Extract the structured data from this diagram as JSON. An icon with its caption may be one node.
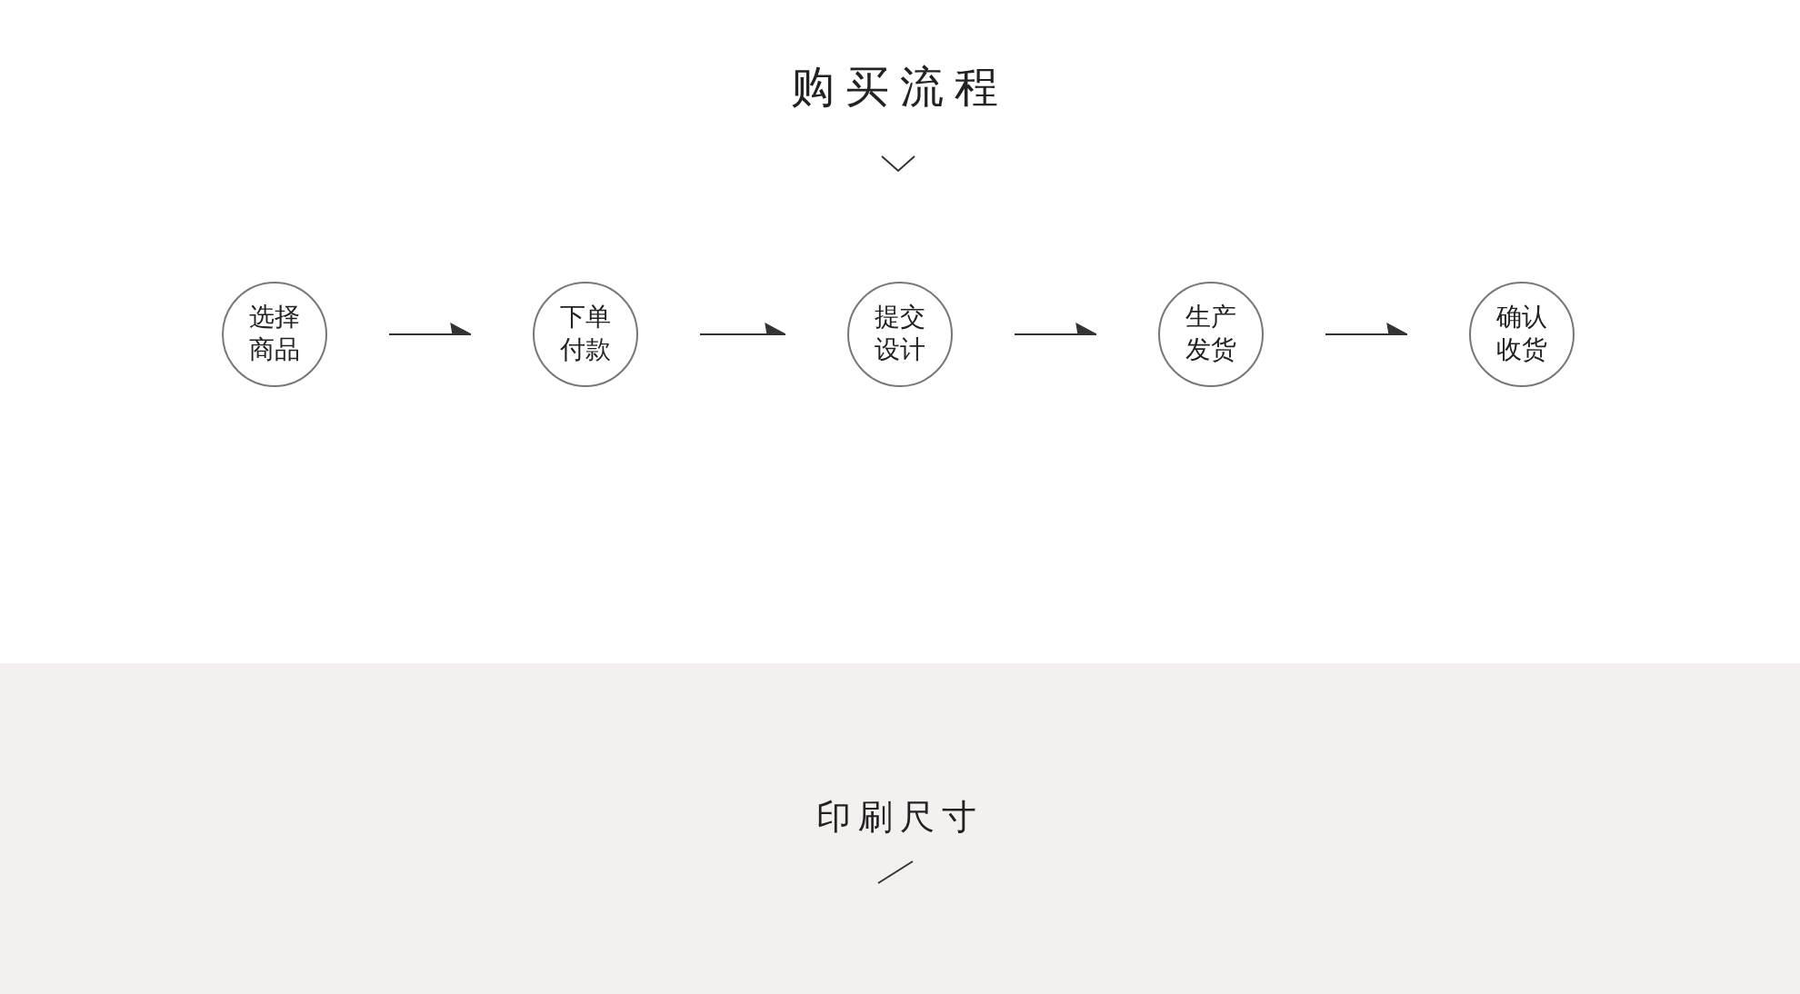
{
  "diagram": {
    "title": "购买流程",
    "nodes": [
      {
        "text": [
          "选择商品"
        ]
      },
      {
        "text": [
          "下单付款"
        ]
      },
      {
        "text": [
          "提交设计"
        ]
      },
      {
        "text": [
          "生产发货"
        ]
      },
      {
        "text": [
          "确认收货"
        ]
      },
      {
        "text": [
          "印刷尺寸"
        ]
      }
    ],
    "edges": [
      {
        "from": 0,
        "to": 1,
        "arrow": "to"
      },
      {
        "from": 1,
        "to": 2,
        "arrow": "to"
      },
      {
        "from": 2,
        "to": 3,
        "arrow": "to"
      },
      {
        "from": 3,
        "to": 4,
        "arrow": "to"
      }
    ]
  }
}
